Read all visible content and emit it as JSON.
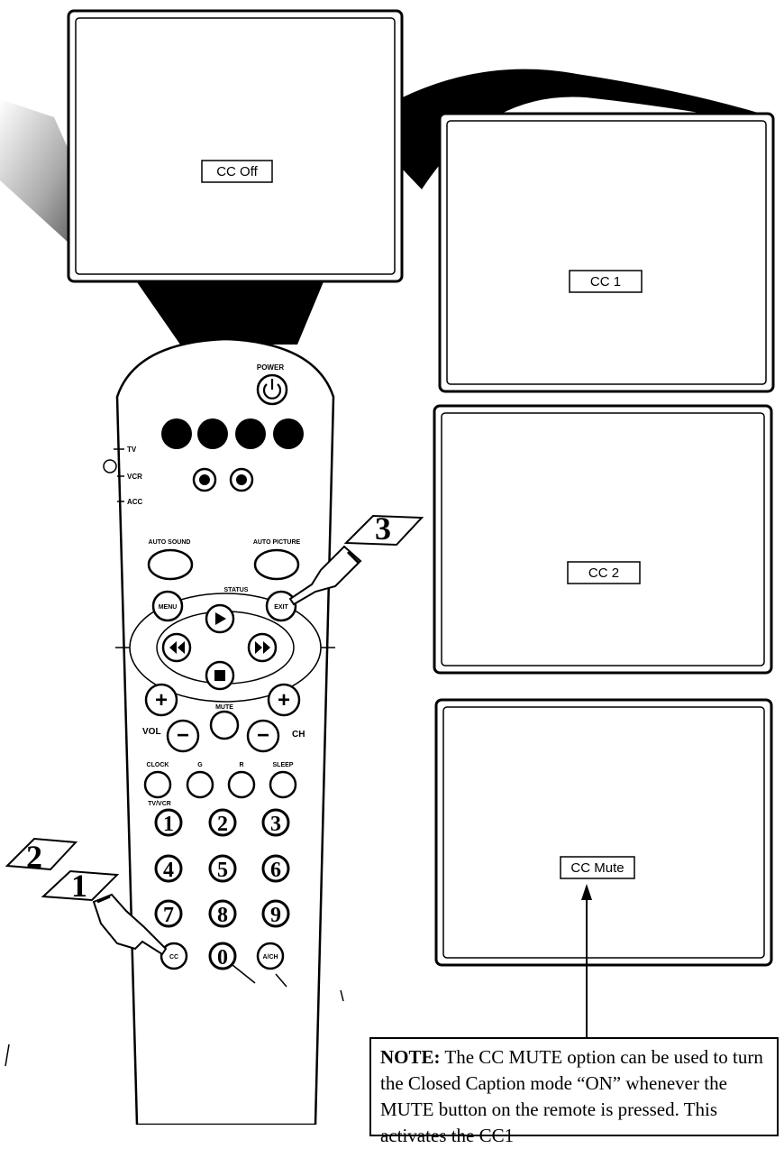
{
  "screens": {
    "off": "CC Off",
    "cc1": "CC 1",
    "cc2": "CC 2",
    "mute": "CC Mute"
  },
  "remote": {
    "power": "POWER",
    "mode_tv": "TV",
    "mode_vcr": "VCR",
    "mode_acc": "ACC",
    "auto_sound": "AUTO SOUND",
    "auto_picture": "AUTO PICTURE",
    "status": "STATUS",
    "menu": "MENU",
    "exit": "EXIT",
    "mute": "MUTE",
    "vol": "VOL",
    "ch": "CH",
    "clock": "CLOCK",
    "g": "G",
    "r": "R",
    "sleep": "SLEEP",
    "tv_vcr": "TV/VCR",
    "digits": [
      "1",
      "2",
      "3",
      "4",
      "5",
      "6",
      "7",
      "8",
      "9"
    ],
    "zero": "0",
    "cc": "CC",
    "ach": "A/CH"
  },
  "steps": {
    "s1": "1",
    "s2": "2",
    "s3": "3"
  },
  "note": {
    "heading": "NOTE:",
    "text": "The CC MUTE option can be used to turn the Closed Caption mode “ON” whenever the MUTE button on the remote is pressed. This activates the CC1"
  }
}
